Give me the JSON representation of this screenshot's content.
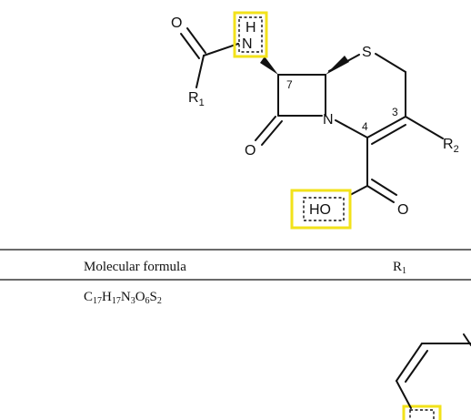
{
  "structure": {
    "atoms": {
      "carbonyl_o": "O",
      "amide_h": "H",
      "amide_n": "N",
      "r1": "R",
      "r1_sub": "1",
      "sulfur": "S",
      "ring_n": "N",
      "lactam_o": "O",
      "r2": "R",
      "r2_sub": "2",
      "hydroxyl": "HO",
      "acid_o": "O"
    },
    "positions": {
      "c7": "7",
      "c4": "4",
      "c3": "3"
    },
    "highlight_color": "#f2e21a"
  },
  "table": {
    "header": {
      "molecular_formula": "Molecular formula",
      "r_label": "R",
      "r_sub": "1"
    },
    "formula_parts": [
      {
        "text": "C",
        "sub": "17"
      },
      {
        "text": "H",
        "sub": "17"
      },
      {
        "text": "N",
        "sub": "3"
      },
      {
        "text": "O",
        "sub": "6"
      },
      {
        "text": "S",
        "sub": "2"
      }
    ]
  }
}
